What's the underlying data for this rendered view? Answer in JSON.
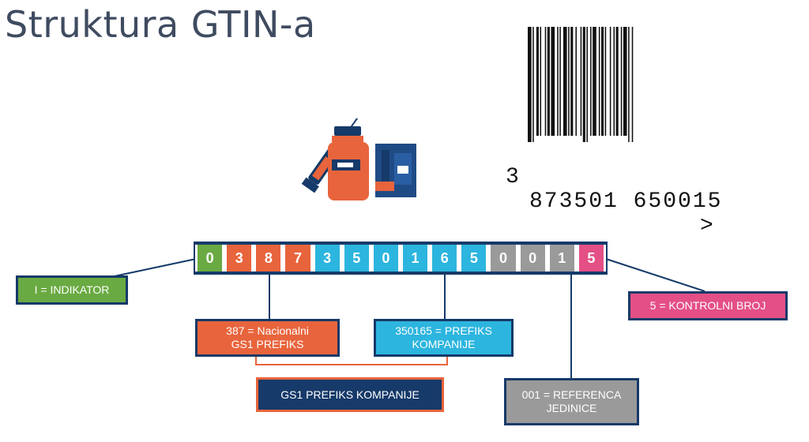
{
  "title": "Struktura GTIN-a",
  "barcode": {
    "first_digit": "3",
    "rest_digits": "873501 650015",
    "end_marker": ">"
  },
  "gtin_digits": [
    {
      "value": "0",
      "group": "indicator",
      "color": "#6aaa42"
    },
    {
      "value": "3",
      "group": "national-prefix",
      "color": "#e8643c"
    },
    {
      "value": "8",
      "group": "national-prefix",
      "color": "#e8643c"
    },
    {
      "value": "7",
      "group": "national-prefix",
      "color": "#e8643c"
    },
    {
      "value": "3",
      "group": "company-prefix",
      "color": "#2cb5de"
    },
    {
      "value": "5",
      "group": "company-prefix",
      "color": "#2cb5de"
    },
    {
      "value": "0",
      "group": "company-prefix",
      "color": "#2cb5de"
    },
    {
      "value": "1",
      "group": "company-prefix",
      "color": "#2cb5de"
    },
    {
      "value": "6",
      "group": "company-prefix",
      "color": "#2cb5de"
    },
    {
      "value": "5",
      "group": "company-prefix",
      "color": "#2cb5de"
    },
    {
      "value": "0",
      "group": "item-reference",
      "color": "#9a9a9a"
    },
    {
      "value": "0",
      "group": "item-reference",
      "color": "#9a9a9a"
    },
    {
      "value": "1",
      "group": "item-reference",
      "color": "#9a9a9a"
    },
    {
      "value": "5",
      "group": "check-digit",
      "color": "#e44f86"
    }
  ],
  "labels": {
    "indicator": "I = INDIKATOR",
    "national_prefix_line1": "387 = Nacionalni",
    "national_prefix_line2": "GS1 PREFIKS",
    "company_prefix_line1": "350165 = PREFIKS",
    "company_prefix_line2": "KOMPANIJE",
    "gs1_company_prefix": "GS1 PREFIKS KOMPANIJE",
    "item_reference_line1": "001 = REFERENCA",
    "item_reference_line2": "JEDINICE",
    "check_digit": "5 = KONTROLNI BROJ"
  },
  "colors": {
    "navy": "#163a69",
    "green": "#6aaa42",
    "orange": "#e8643c",
    "blue": "#2cb5de",
    "gray": "#9a9a9a",
    "pink": "#e44f86"
  },
  "icons": [
    "syringe-icon",
    "medicine-bottle-icon",
    "medicine-box-icon",
    "barcode-icon"
  ]
}
